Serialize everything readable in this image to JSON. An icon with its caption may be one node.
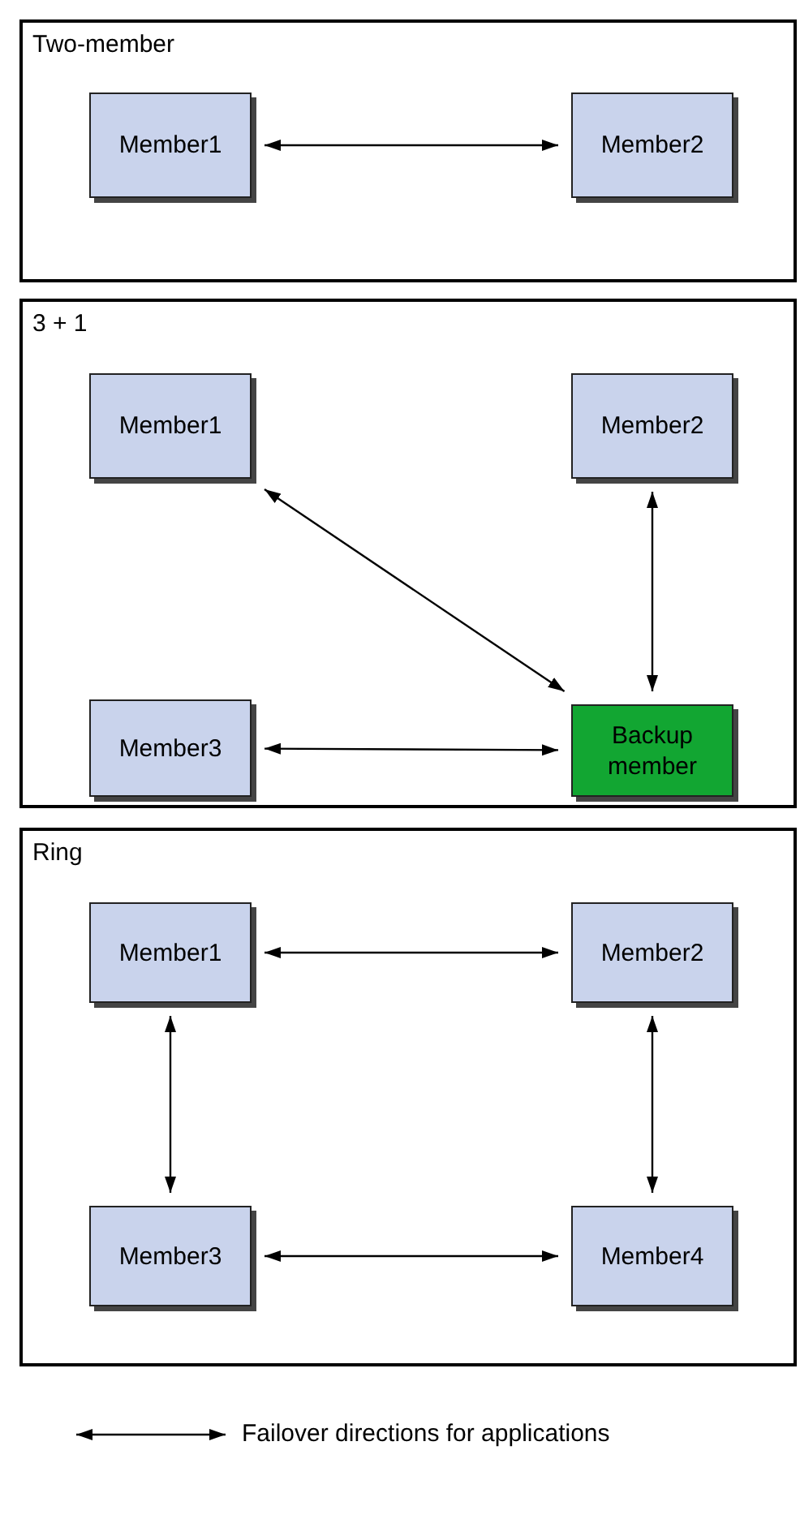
{
  "diagram": {
    "nodes": [
      {
        "text": [
          "Two-member"
        ]
      },
      {
        "text": [
          "Member1"
        ],
        "in": 0
      },
      {
        "text": [
          "Member2"
        ],
        "in": 0
      },
      {
        "text": [
          "3 + 1"
        ]
      },
      {
        "text": [
          "Member1"
        ],
        "in": 3
      },
      {
        "text": [
          "Member2"
        ],
        "in": 3
      },
      {
        "text": [
          "Member3"
        ],
        "in": 3
      },
      {
        "text": [
          "Backup member"
        ],
        "in": 3
      },
      {
        "text": [
          "Ring"
        ]
      },
      {
        "text": [
          "Member1"
        ],
        "in": 8
      },
      {
        "text": [
          "Member2"
        ],
        "in": 8
      },
      {
        "text": [
          "Member3"
        ],
        "in": 8
      },
      {
        "text": [
          "Member4"
        ],
        "in": 8
      }
    ],
    "edges": [
      {
        "from": 1,
        "to": 2,
        "arrow": "both"
      },
      {
        "from": 4,
        "to": 7,
        "arrow": "both"
      },
      {
        "from": 5,
        "to": 7,
        "arrow": "both"
      },
      {
        "from": 6,
        "to": 7,
        "arrow": "both"
      },
      {
        "from": 9,
        "to": 10,
        "arrow": "both"
      },
      {
        "from": 9,
        "to": 11,
        "arrow": "both"
      },
      {
        "from": 10,
        "to": 12,
        "arrow": "both"
      },
      {
        "from": 11,
        "to": 12,
        "arrow": "both"
      }
    ],
    "legend": [
      {
        "text": "Failover directions for applications"
      }
    ]
  }
}
